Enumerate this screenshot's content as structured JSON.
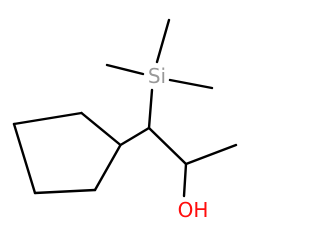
{
  "molecule": {
    "atoms": [
      {
        "id": "si",
        "label": "Si",
        "color": "#999999"
      },
      {
        "id": "oh",
        "label": "OH",
        "color": "#ff0d0d"
      }
    ],
    "bond_color": "#000000",
    "background": "#ffffff"
  }
}
